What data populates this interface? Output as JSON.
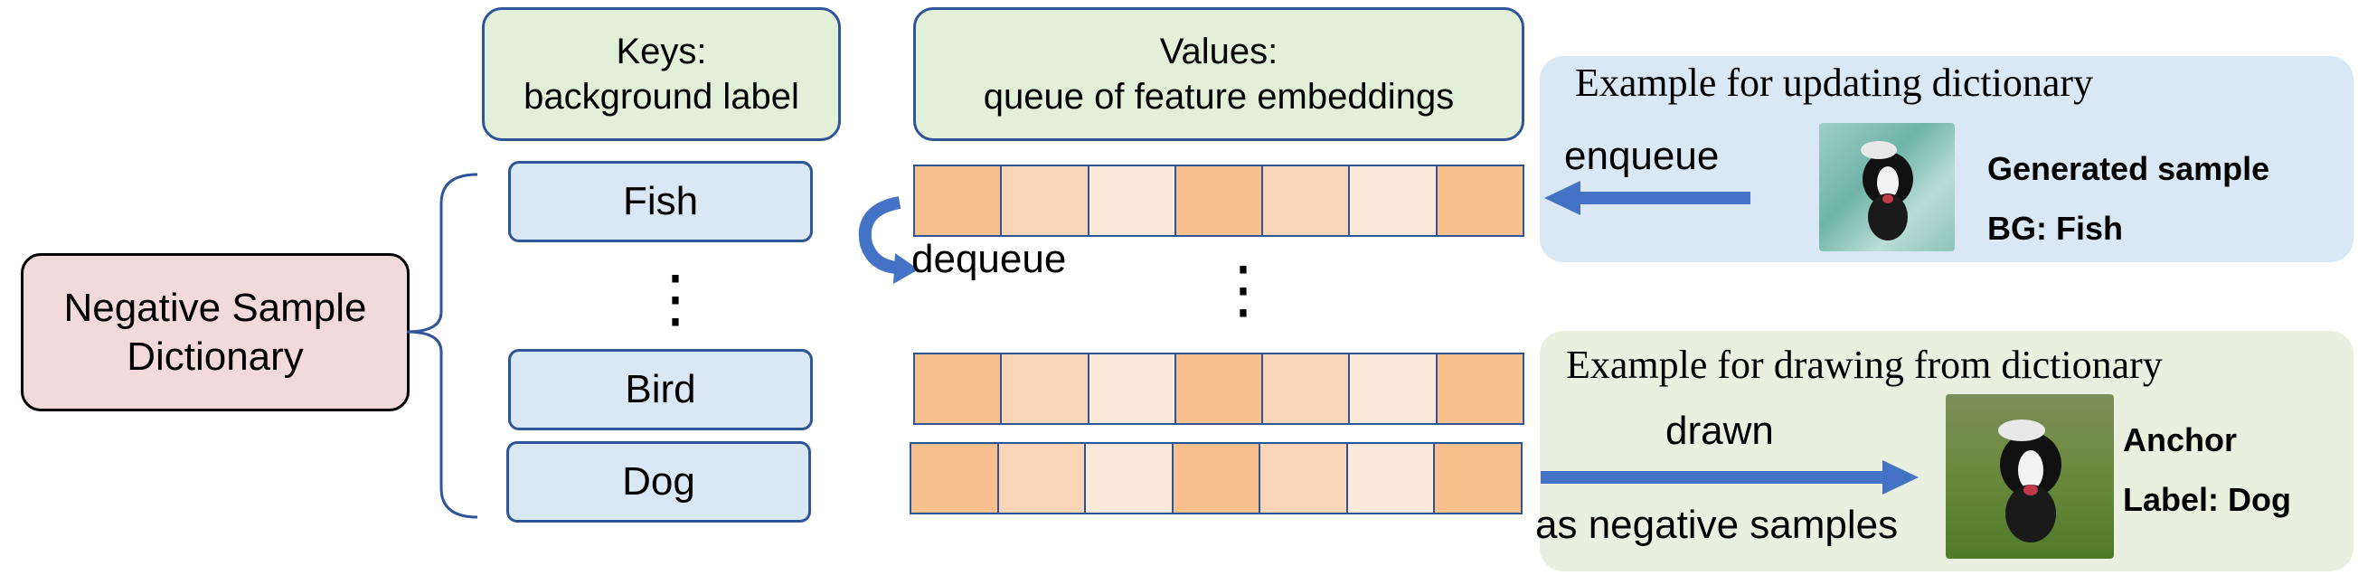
{
  "keys_header": {
    "line1": "Keys:",
    "line2": "background label"
  },
  "values_header": {
    "line1": "Values:",
    "line2": "queue of feature embeddings"
  },
  "dictionary": {
    "line1": "Negative Sample",
    "line2": "Dictionary"
  },
  "keys": {
    "fish": "Fish",
    "ellipsis": "⋮",
    "bird": "Bird",
    "dog": "Dog"
  },
  "queue_ellipsis": "⋮",
  "dequeue_label": "dequeue",
  "update_example": {
    "title": "Example for updating dictionary",
    "action": "enqueue",
    "sample_title": "Generated sample",
    "sample_bg": "BG: Fish"
  },
  "draw_example": {
    "title": "Example for drawing from dictionary",
    "action_line1": "drawn",
    "action_line2": "as negative samples",
    "sample_title": "Anchor",
    "sample_label": "Label: Dog"
  },
  "colors": {
    "cell_dark": "#f9c08f",
    "cell_mid": "#fbd5b8",
    "cell_light": "#fde9da",
    "arrow": "#4472c4",
    "update_panel": "#dae8f5",
    "draw_panel": "#e9f0e0"
  }
}
